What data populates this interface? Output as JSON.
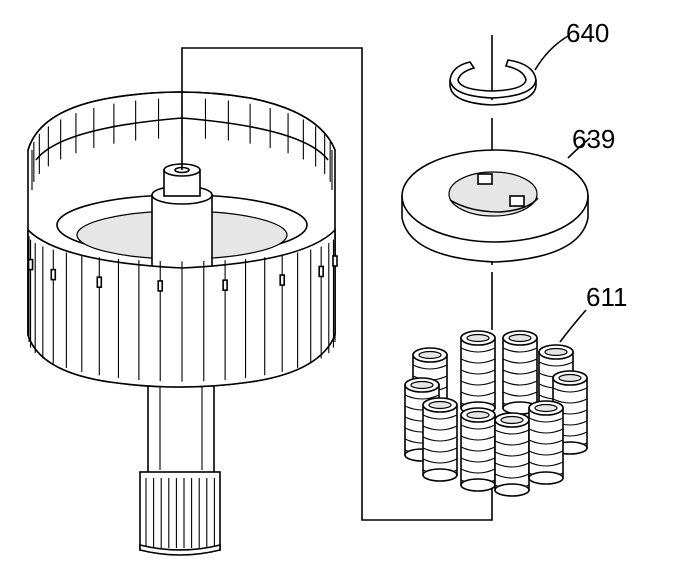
{
  "diagram": {
    "callouts": [
      {
        "id": "snap-ring",
        "label": "640"
      },
      {
        "id": "spring-retainer",
        "label": "639"
      },
      {
        "id": "spring-assembly",
        "label": "611"
      }
    ]
  }
}
